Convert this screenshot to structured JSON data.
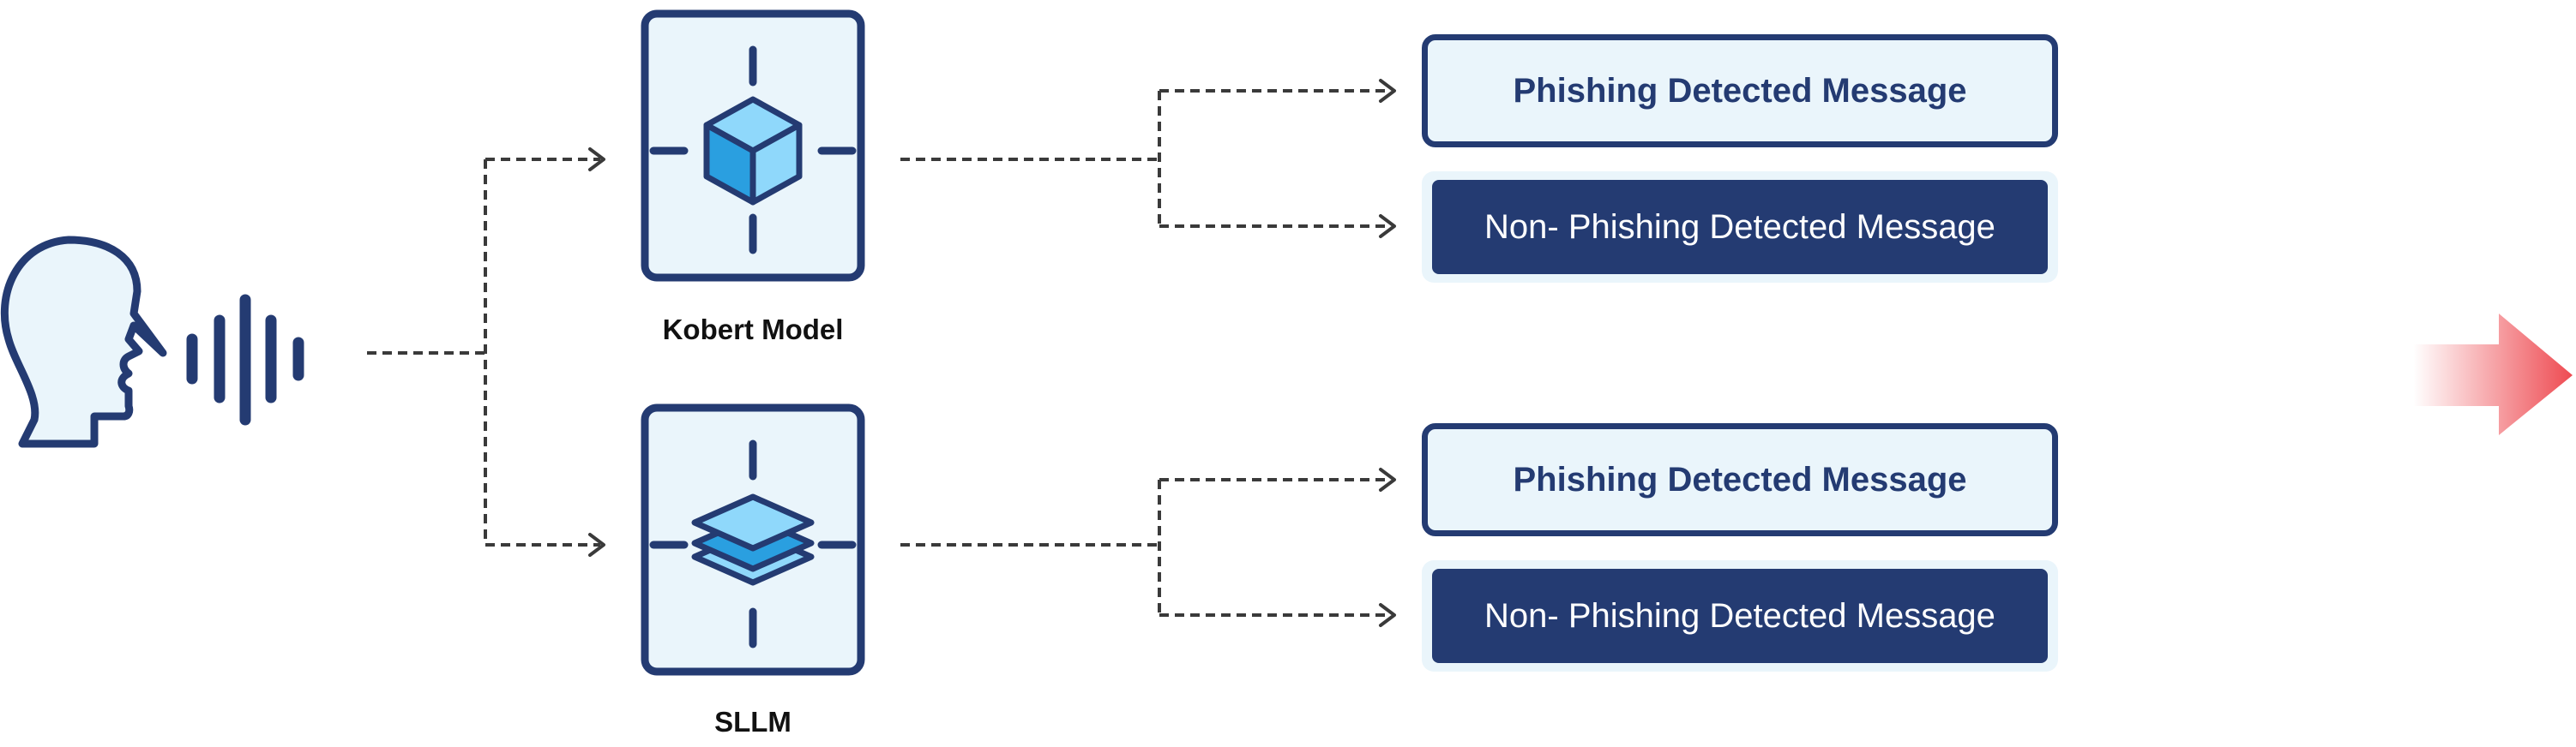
{
  "colors": {
    "navy": "#243b72",
    "light_fill": "#eaf5fb",
    "cube_light": "#8fd8fb",
    "cube_mid": "#2a9fe0",
    "arrow": "#ee4b52",
    "connector": "#3a3a3a"
  },
  "speaker": {
    "icon": "speaking-head-icon"
  },
  "models": [
    {
      "label": "Kobert Model",
      "icon": "cube-icon",
      "outputs": [
        {
          "label": "Phishing Detected Message"
        },
        {
          "label": "Non- Phishing Detected Message"
        }
      ]
    },
    {
      "label": "SLLM",
      "icon": "layers-icon",
      "outputs": [
        {
          "label": "Phishing Detected Message"
        },
        {
          "label": "Non- Phishing Detected Message"
        }
      ]
    }
  ],
  "next_arrow": {
    "icon": "arrow-right-icon"
  }
}
